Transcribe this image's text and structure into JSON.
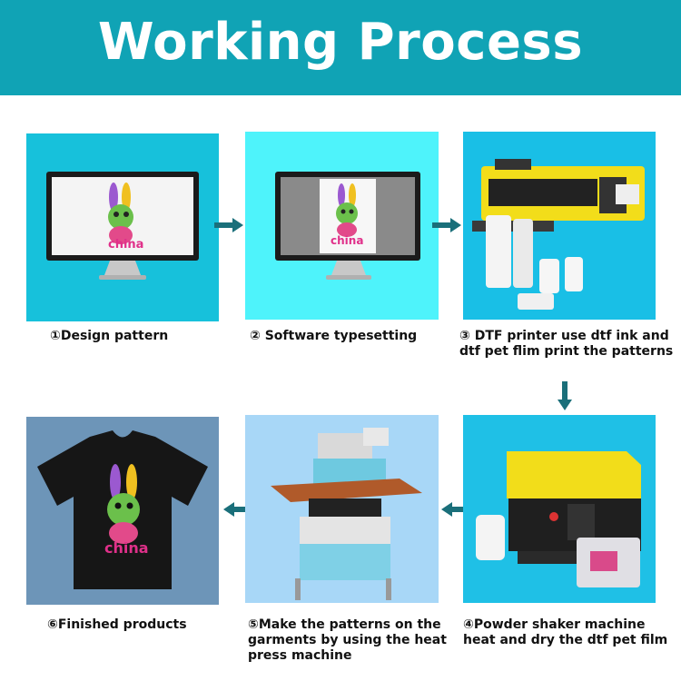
{
  "header": {
    "title": "Working Process"
  },
  "colors": {
    "banner": "#10a3b5",
    "arrow": "#1a6f7a"
  },
  "steps": [
    {
      "caption": "①Design pattern"
    },
    {
      "caption": "② Software typesetting"
    },
    {
      "caption_line1": "③ DTF printer use dtf ink and",
      "caption_line2": "dtf pet flim print the patterns"
    },
    {
      "caption_line1": "④Powder shaker machine",
      "caption_line2": "heat and dry the dtf pet film"
    },
    {
      "caption_line1": "⑤Make the patterns on the",
      "caption_line2": "garments by using the heat",
      "caption_line3": "press machine"
    },
    {
      "caption": "⑥Finished products"
    }
  ],
  "artwork_text": {
    "monitor_1": "china",
    "monitor_2": "china",
    "tshirt": "china"
  }
}
